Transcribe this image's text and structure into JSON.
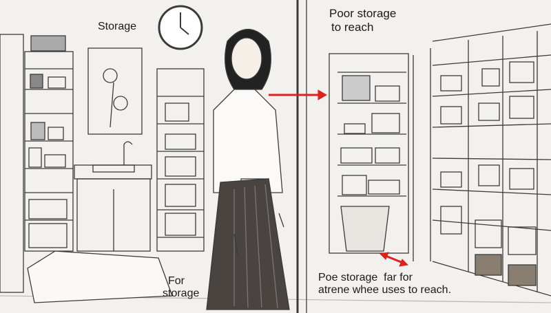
{
  "labels": {
    "storage": "Storage",
    "poor_storage_line1": "Poor storage",
    "poor_storage_line2": "to reach",
    "for_storage_line1": "For",
    "for_storage_line2": "storage",
    "bottom_line1": "Poe storage  far for",
    "bottom_line2": "atrene whee uses to reach."
  },
  "colors": {
    "arrow": "#e0201c",
    "line": "#3a3a3a",
    "background": "#f3f1ee"
  }
}
